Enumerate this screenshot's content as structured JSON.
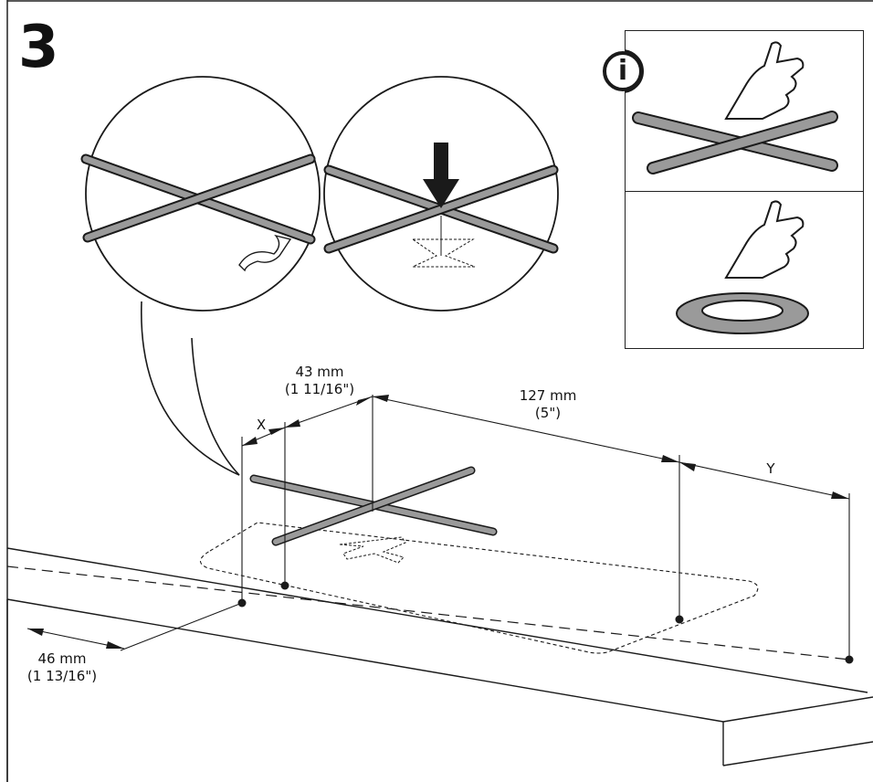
{
  "step_number": "3",
  "info_icon_glyph": "i",
  "dimensions": {
    "d43": {
      "metric": "43 mm",
      "imperial": "(1 11/16\")"
    },
    "d127": {
      "metric": "127 mm",
      "imperial": "(5\")"
    },
    "d46": {
      "metric": "46 mm",
      "imperial": "(1 13/16\")"
    },
    "x_label": "X",
    "y_label": "Y"
  },
  "colors": {
    "line": "#1a1a1a",
    "pad_fill": "#9a9a9a",
    "background": "#ffffff"
  }
}
